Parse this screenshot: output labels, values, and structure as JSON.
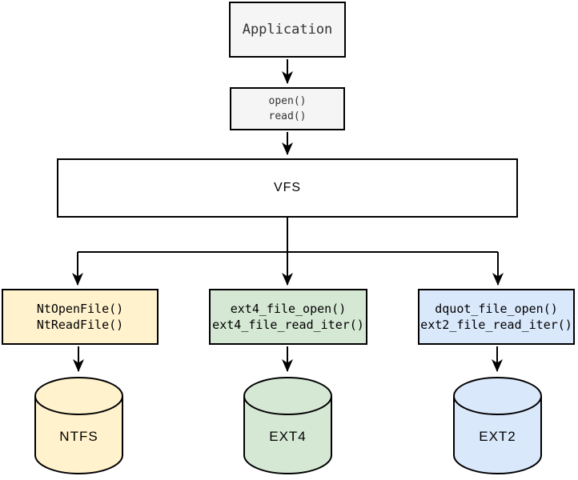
{
  "diagram": {
    "description": "Virtual File System (VFS) architecture flow diagram",
    "nodes": {
      "application": {
        "label": "Application"
      },
      "syscalls": {
        "line1": "open()",
        "line2": "read()"
      },
      "vfs": {
        "label": "VFS"
      },
      "ntfs_calls": {
        "line1": "NtOpenFile()",
        "line2": "NtReadFile()"
      },
      "ext4_calls": {
        "line1": "ext4_file_open()",
        "line2": "ext4_file_read_iter()"
      },
      "ext2_calls": {
        "line1": "dquot_file_open()",
        "line2": "ext2_file_read_iter()"
      },
      "ntfs_store": {
        "label": "NTFS"
      },
      "ext4_store": {
        "label": "EXT4"
      },
      "ext2_store": {
        "label": "EXT2"
      }
    },
    "colors": {
      "gray_fill": "#f5f5f5",
      "yellow_fill": "#fff2cc",
      "green_fill": "#d5e8d4",
      "blue_fill": "#dae8fc",
      "white_fill": "#ffffff",
      "stroke": "#000000",
      "gray_text": "#333333",
      "text": "#000000"
    }
  }
}
